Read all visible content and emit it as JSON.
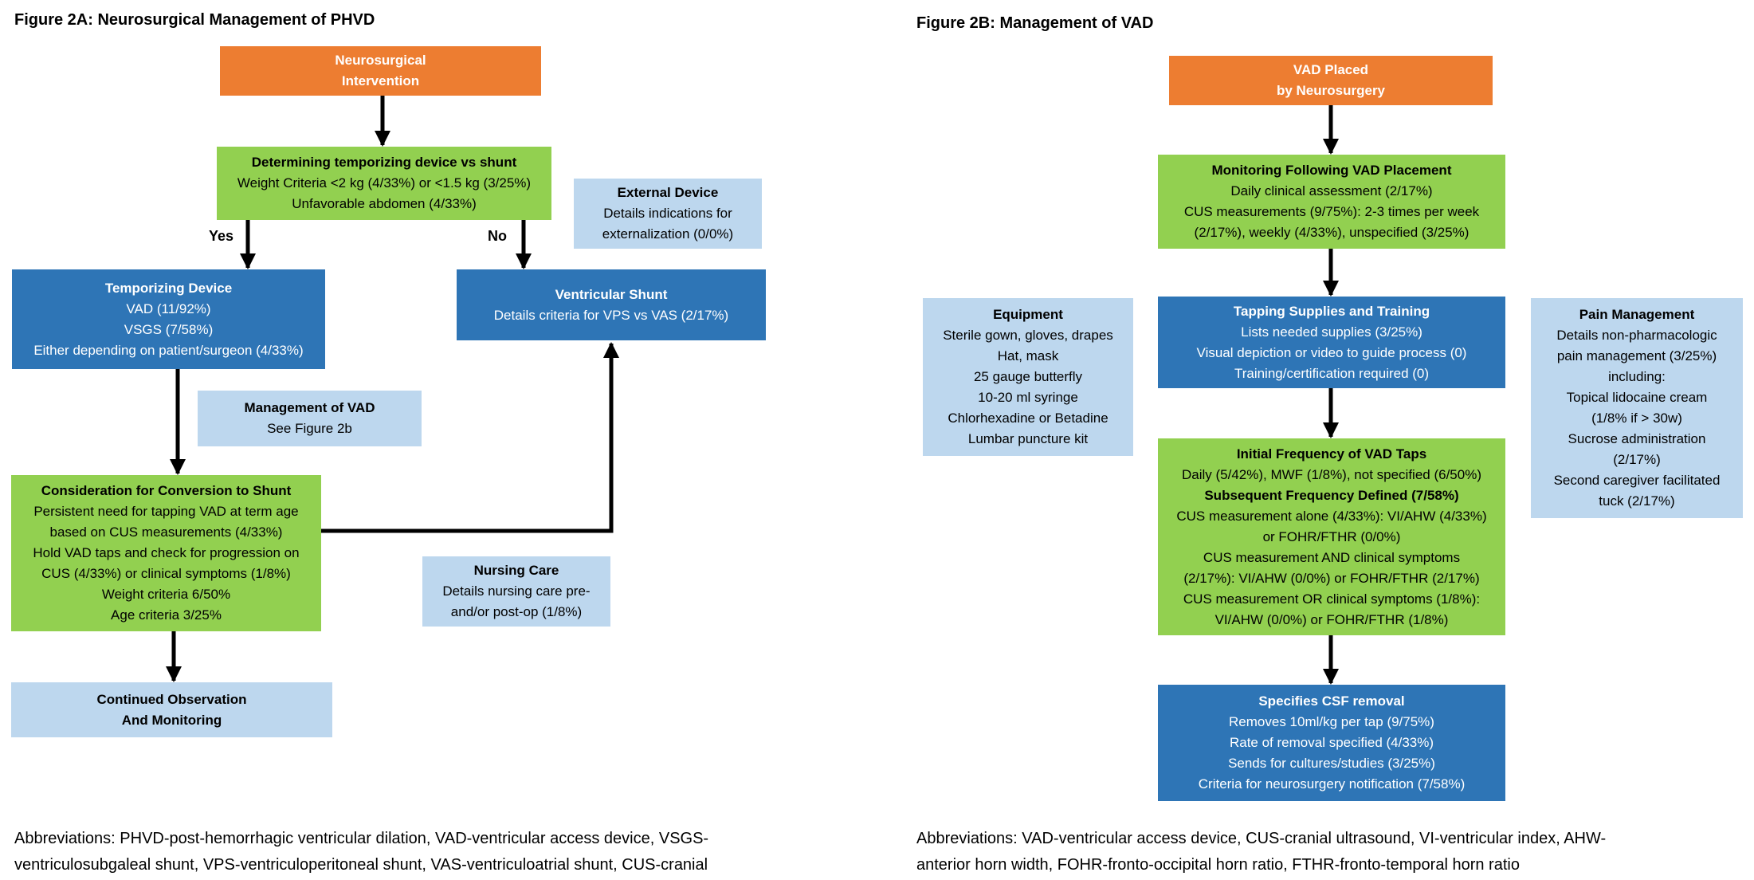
{
  "fig_a": {
    "title": "Figure 2A: Neurosurgical Management of PHVD",
    "intervention": [
      "Neurosurgical",
      "Intervention"
    ],
    "determine": {
      "title": "Determining temporizing device vs shunt",
      "lines": [
        "Weight Criteria <2 kg (4/33%) or <1.5 kg (3/25%)",
        "Unfavorable abdomen (4/33%)"
      ]
    },
    "external": {
      "title": "External Device",
      "lines": [
        "Details indications for",
        "externalization (0/0%)"
      ]
    },
    "yes_label": "Yes",
    "no_label": "No",
    "temporizing": {
      "title": "Temporizing Device",
      "lines": [
        "VAD  (11/92%)",
        "VSGS (7/58%)",
        "Either depending on patient/surgeon (4/33%)"
      ]
    },
    "shunt": {
      "title": "Ventricular Shunt",
      "lines": [
        "Details criteria for VPS vs VAS (2/17%)"
      ]
    },
    "mgmt_vad": {
      "title": "Management of VAD",
      "lines": [
        "See Figure 2b"
      ]
    },
    "conversion": {
      "title": "Consideration for Conversion to Shunt",
      "lines": [
        "Persistent need for tapping VAD at term age",
        "based on CUS measurements (4/33%)",
        "Hold VAD taps and check for progression on",
        "CUS (4/33%) or clinical symptoms (1/8%)",
        "Weight criteria 6/50%",
        "Age criteria 3/25%"
      ]
    },
    "nursing": {
      "title": "Nursing Care",
      "lines": [
        "Details nursing care pre-",
        "and/or post-op (1/8%)"
      ]
    },
    "observation": [
      "Continued Observation",
      "And Monitoring"
    ],
    "abbreviations": [
      "Abbreviations: PHVD-post-hemorrhagic ventricular dilation, VAD-ventricular access device, VSGS-",
      "ventriculosubgaleal shunt, VPS-ventriculoperitoneal shunt, VAS-ventriculoatrial shunt, CUS-cranial"
    ]
  },
  "fig_b": {
    "title": "Figure 2B: Management of VAD",
    "placed": [
      "VAD Placed",
      "by Neurosurgery"
    ],
    "monitoring": {
      "title": "Monitoring Following VAD Placement",
      "lines": [
        "Daily clinical assessment (2/17%)",
        "CUS measurements (9/75%): 2-3 times per week",
        "(2/17%), weekly (4/33%), unspecified (3/25%)"
      ]
    },
    "equipment": {
      "title": "Equipment",
      "lines": [
        "Sterile gown, gloves, drapes",
        "Hat, mask",
        "25 gauge butterfly",
        "10-20 ml syringe",
        "Chlorhexadine or Betadine",
        "Lumbar puncture kit"
      ]
    },
    "tapping": {
      "title": "Tapping Supplies and Training",
      "lines": [
        "Lists needed supplies (3/25%)",
        "Visual depiction or video to guide process (0)",
        "Training/certification required (0)"
      ]
    },
    "pain": {
      "title": "Pain Management",
      "lines": [
        "Details non-pharmacologic",
        "pain management (3/25%)",
        "including:",
        "Topical lidocaine cream",
        "(1/8% if > 30w)",
        "Sucrose administration",
        "(2/17%)",
        "Second caregiver facilitated",
        "tuck (2/17%)"
      ]
    },
    "frequency": {
      "title": "Initial Frequency of VAD Taps",
      "line1": "Daily (5/42%), MWF (1/8%), not specified (6/50%)",
      "subtitle": "Subsequent Frequency Defined (7/58%)",
      "lines": [
        "CUS measurement alone (4/33%): VI/AHW (4/33%)",
        "or FOHR/FTHR (0/0%)",
        "CUS measurement AND clinical symptoms",
        "(2/17%): VI/AHW (0/0%) or FOHR/FTHR (2/17%)",
        "CUS measurement OR clinical symptoms (1/8%):",
        "VI/AHW (0/0%) or FOHR/FTHR (1/8%)"
      ]
    },
    "csf": {
      "title": "Specifies CSF removal",
      "lines": [
        "Removes 10ml/kg per tap (9/75%)",
        "Rate of removal specified (4/33%)",
        "Sends for cultures/studies (3/25%)",
        "Criteria for neurosurgery notification (7/58%)"
      ]
    },
    "abbreviations": [
      "Abbreviations: VAD-ventricular access device, CUS-cranial ultrasound, VI-ventricular index, AHW-",
      "anterior horn width, FOHR-fronto-occipital horn ratio, FTHR-fronto-temporal horn ratio"
    ]
  },
  "colors": {
    "orange": "#ED7D31",
    "green": "#92D050",
    "blue": "#2E75B6",
    "light_blue": "#BDD7EE"
  }
}
